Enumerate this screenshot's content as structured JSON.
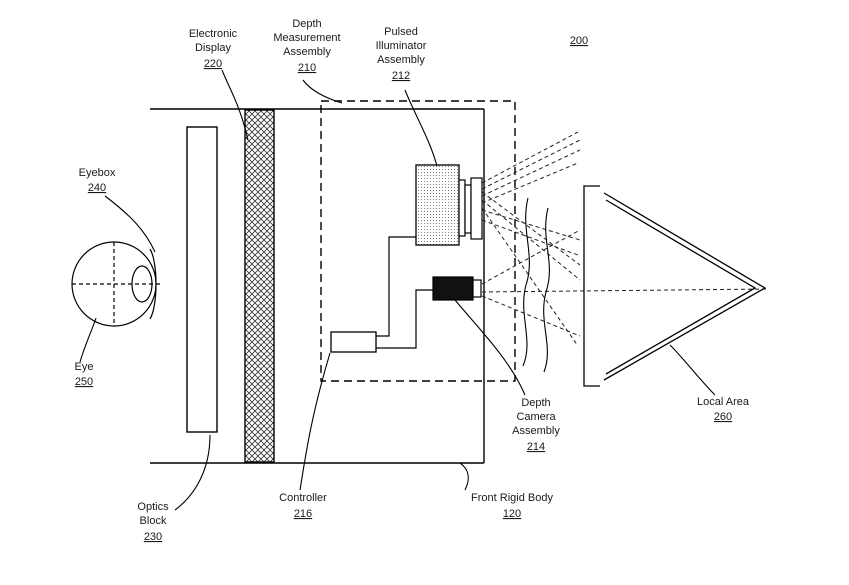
{
  "figure_number": "200",
  "labels": {
    "electronic_display": {
      "lines": [
        "Electronic",
        "Display"
      ],
      "ref": "220"
    },
    "depth_measurement": {
      "lines": [
        "Depth",
        "Measurement",
        "Assembly"
      ],
      "ref": "210"
    },
    "pulsed_illuminator": {
      "lines": [
        "Pulsed",
        "Illuminator",
        "Assembly"
      ],
      "ref": "212"
    },
    "eyebox": {
      "lines": [
        "Eyebox"
      ],
      "ref": "240"
    },
    "eye": {
      "lines": [
        "Eye"
      ],
      "ref": "250"
    },
    "optics_block": {
      "lines": [
        "Optics",
        "Block"
      ],
      "ref": "230"
    },
    "controller": {
      "lines": [
        "Controller"
      ],
      "ref": "216"
    },
    "front_rigid_body": {
      "lines": [
        "Front Rigid Body"
      ],
      "ref": "120"
    },
    "depth_camera": {
      "lines": [
        "Depth",
        "Camera",
        "Assembly"
      ],
      "ref": "214"
    },
    "local_area": {
      "lines": [
        "Local Area"
      ],
      "ref": "260"
    }
  }
}
